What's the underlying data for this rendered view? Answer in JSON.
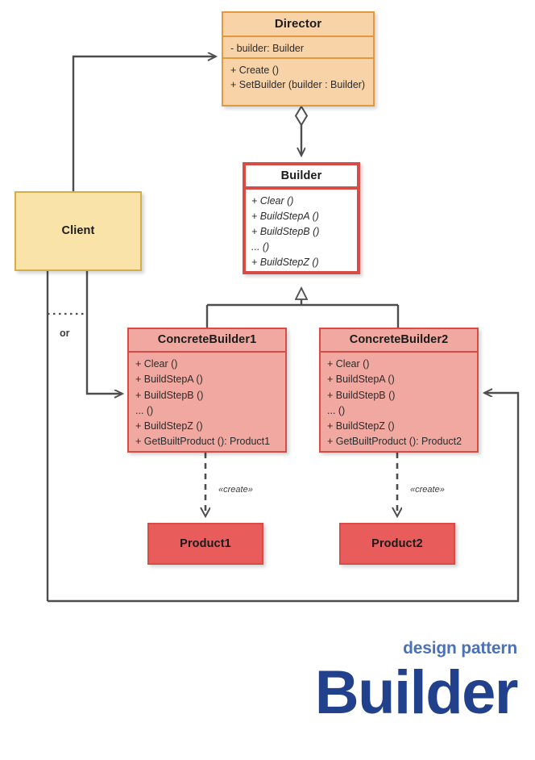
{
  "diagram": {
    "kind": "uml-class-diagram",
    "colors": {
      "director_fill": "#f9d3a8",
      "director_border": "#e3973f",
      "builder_fill": "#ffffff",
      "builder_border": "#d94b45",
      "concrete_fill": "#f0a8a0",
      "concrete_border": "#d94b45",
      "client_fill": "#f9e3a8",
      "client_border": "#d7ae45",
      "product_fill": "#e85c5c",
      "product_border": "#d94b45",
      "line": "#4d4d4d",
      "brand_sub": "#4a72b8",
      "brand_main": "#21418c"
    },
    "director": {
      "name": "Director",
      "attributes": [
        "- builder: Builder"
      ],
      "operations": [
        "+ Create ()",
        "+ SetBuilder (builder : Builder)"
      ]
    },
    "builder": {
      "name": "Builder",
      "operations": [
        "+ Clear ()",
        "+ BuildStepA ()",
        "+ BuildStepB ()",
        "... ()",
        "+ BuildStepZ ()"
      ]
    },
    "concrete_builder_1": {
      "name": "ConcreteBuilder1",
      "operations": [
        "+ Clear ()",
        "+ BuildStepA ()",
        "+ BuildStepB ()",
        "... ()",
        "+ BuildStepZ ()",
        "+ GetBuiltProduct (): Product1"
      ]
    },
    "concrete_builder_2": {
      "name": "ConcreteBuilder2",
      "operations": [
        "+ Clear ()",
        "+ BuildStepA ()",
        "+ BuildStepB ()",
        "... ()",
        "+ BuildStepZ ()",
        "+ GetBuiltProduct (): Product2"
      ]
    },
    "client": {
      "name": "Client"
    },
    "product_1": {
      "name": "Product1"
    },
    "product_2": {
      "name": "Product2"
    },
    "labels": {
      "or": "or",
      "create_1": "«create»",
      "create_2": "«create»"
    }
  },
  "brand": {
    "subtitle": "design pattern",
    "title": "Builder"
  }
}
